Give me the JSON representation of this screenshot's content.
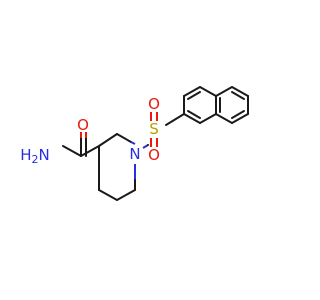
{
  "molecule": {
    "atoms": {
      "oxygen_carbonyl": "O",
      "amide_nitrogen": "H2N",
      "amide_nitrogen_main": "H",
      "amide_nitrogen_sub": "2",
      "amide_nitrogen_tail": "N",
      "ring_nitrogen": "N",
      "sulfur": "S",
      "sulfonyl_oxygen_top": "O",
      "sulfonyl_oxygen_bottom": "O"
    },
    "colors": {
      "carbon_bond": "#1a1a1a",
      "oxygen": "#e8190f",
      "nitrogen": "#2a2ee0",
      "sulfur": "#b8a000"
    }
  }
}
